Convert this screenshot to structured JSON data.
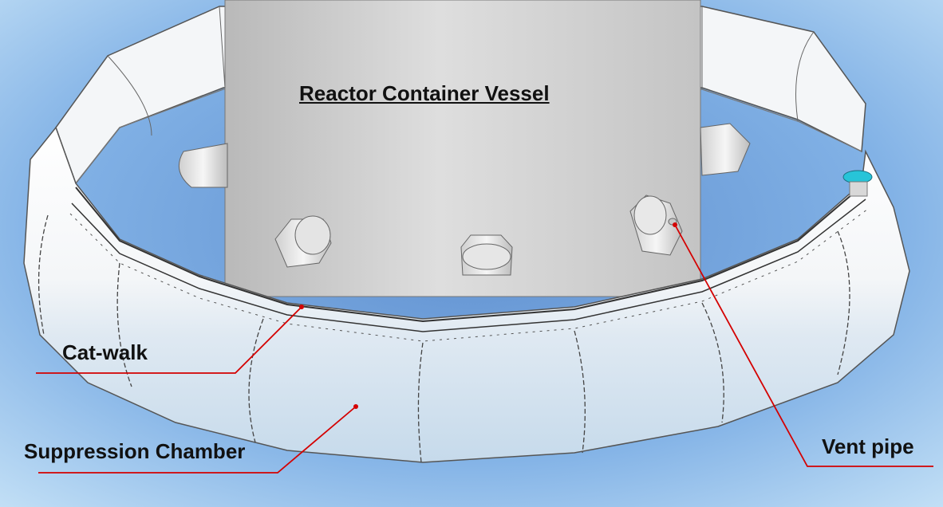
{
  "labels": {
    "vessel": "Reactor Container Vessel",
    "catwalk": "Cat-walk",
    "suppression": "Suppression Chamber",
    "vent": "Vent pipe"
  },
  "colors": {
    "background_outer": "#b8d8f2",
    "background_inner": "#6f9fd6",
    "torus": "#f2f4f6",
    "vessel": "#cfcfcf",
    "leader_line": "#d40000",
    "marker_accent": "#27c4d8"
  }
}
